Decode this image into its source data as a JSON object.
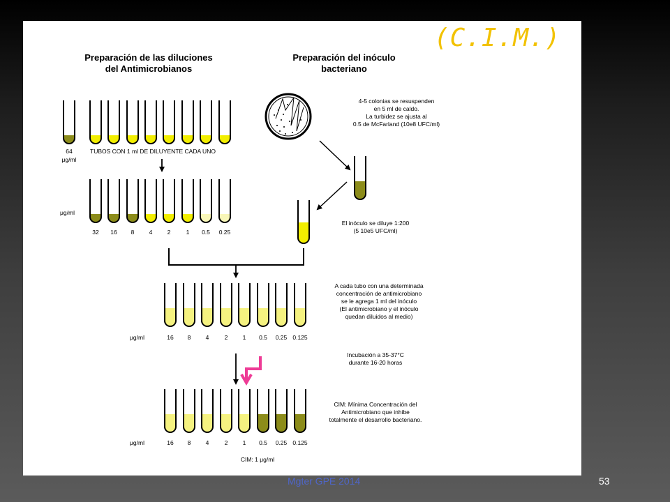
{
  "headings": {
    "dilutions": [
      "Preparación de las diluciones",
      "del Antimicrobianos"
    ],
    "inoculum": [
      "Preparación del inóculo",
      "bacteriano"
    ]
  },
  "title": "(C.I.M.)",
  "stock_tube": {
    "value": "64",
    "unit": "μg/ml"
  },
  "diluent_label": "TUBOS CON 1 ml DE DILUYENTE CADA UNO",
  "row2": {
    "unit": "μg/ml",
    "values": [
      "32",
      "16",
      "8",
      "4",
      "2",
      "1",
      "0.5",
      "0.25"
    ]
  },
  "row3": {
    "unit": "μg/ml",
    "values": [
      "16",
      "8",
      "4",
      "2",
      "1",
      "0.5",
      "0.25",
      "0.125"
    ]
  },
  "row4": {
    "unit": "μg/ml",
    "values": [
      "16",
      "8",
      "4",
      "2",
      "1",
      "0.5",
      "0.25",
      "0.125"
    ],
    "grown_from_index": 5
  },
  "notes": {
    "colonies": [
      "4-5 colonias se resuspenden",
      "en 5 ml de caldo.",
      "La turbidez se ajusta al",
      "0.5 de McFarland (10e8 UFC/ml)"
    ],
    "dilute": [
      "El inóculo se diluye 1:200",
      "(5 10e5 UFC/ml)"
    ],
    "add": [
      "A cada tubo con una determinada",
      "concentración de antimicrobiano",
      "se le agrega 1 ml del inóculo",
      "(El antimicrobiano y el inóculo",
      "quedan diluidos al medio)"
    ],
    "incubation": [
      "Incubación a 35-37°C",
      "durante 16-20 horas"
    ],
    "cim_def": [
      "CIM: Mínima Concentración del",
      "Antimicrobiano que inhibe",
      "totalmente el desarrollo bacteriano."
    ]
  },
  "result": "CIM: 1 μg/ml",
  "footer": {
    "left": "Mgter GPE 2014",
    "right": "53"
  },
  "colors": {
    "olive": "#8c8c1a",
    "yellow": "#f2ee00",
    "pale": "#f5f280",
    "very_pale": "#f8f6b8",
    "accent_title": "#f2c200",
    "pink_arrow": "#ee3c96"
  }
}
